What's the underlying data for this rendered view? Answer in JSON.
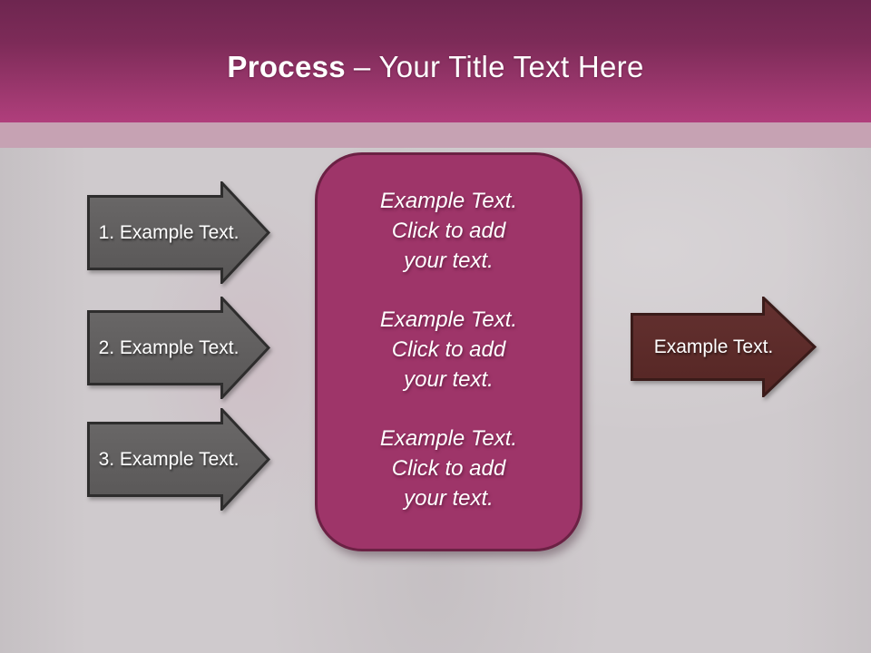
{
  "slide": {
    "title": {
      "bold": "Process",
      "rest": "– Your Title Text Here"
    }
  },
  "left_arrows": [
    {
      "label": "1. Example Text."
    },
    {
      "label": "2. Example Text."
    },
    {
      "label": "3. Example Text."
    }
  ],
  "center_panel": {
    "blocks": [
      "Example Text.\nClick  to add\nyour text.",
      "Example Text.\nClick  to add\nyour text.",
      "Example Text.\nClick  to add\nyour text."
    ]
  },
  "right_arrow": {
    "label": "Example Text."
  },
  "colors": {
    "header_gradient_top": "#6e2650",
    "header_gradient_bottom": "#b03e7c",
    "accent_band": "#c6a2b3",
    "background": "#cfcacd",
    "gray_arrow_fill": "#616060",
    "gray_arrow_border": "#2e2d2d",
    "center_panel_fill": "#9e3569",
    "center_panel_border": "#6b2144",
    "right_arrow_fill": "#5c2b28",
    "right_arrow_border": "#3a1b19",
    "text": "#ffffff"
  }
}
